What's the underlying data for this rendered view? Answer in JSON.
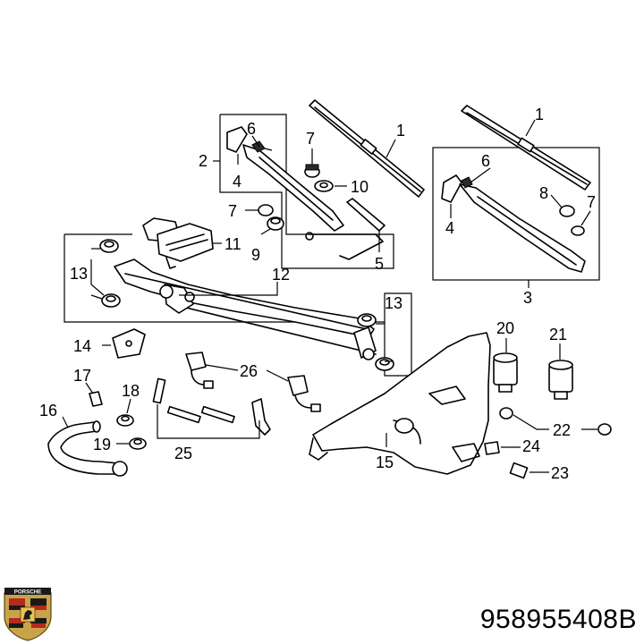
{
  "diagram": {
    "part_number": "958955408B",
    "brand_mark_text": "PORSCHE",
    "callouts": [
      {
        "id": "c1a",
        "text": "1"
      },
      {
        "id": "c1b",
        "text": "1"
      },
      {
        "id": "c2",
        "text": "2"
      },
      {
        "id": "c3",
        "text": "3"
      },
      {
        "id": "c4a",
        "text": "4"
      },
      {
        "id": "c4b",
        "text": "4"
      },
      {
        "id": "c5",
        "text": "5"
      },
      {
        "id": "c6a",
        "text": "6"
      },
      {
        "id": "c6b",
        "text": "6"
      },
      {
        "id": "c7a",
        "text": "7"
      },
      {
        "id": "c7b",
        "text": "7"
      },
      {
        "id": "c7c",
        "text": "7"
      },
      {
        "id": "c8",
        "text": "8"
      },
      {
        "id": "c9",
        "text": "9"
      },
      {
        "id": "c10",
        "text": "10"
      },
      {
        "id": "c11",
        "text": "11"
      },
      {
        "id": "c12",
        "text": "12"
      },
      {
        "id": "c13a",
        "text": "13"
      },
      {
        "id": "c13b",
        "text": "13"
      },
      {
        "id": "c14",
        "text": "14"
      },
      {
        "id": "c15",
        "text": "15"
      },
      {
        "id": "c16",
        "text": "16"
      },
      {
        "id": "c17",
        "text": "17"
      },
      {
        "id": "c18",
        "text": "18"
      },
      {
        "id": "c19",
        "text": "19"
      },
      {
        "id": "c20",
        "text": "20"
      },
      {
        "id": "c21",
        "text": "21"
      },
      {
        "id": "c22",
        "text": "22"
      },
      {
        "id": "c23",
        "text": "23"
      },
      {
        "id": "c24",
        "text": "24"
      },
      {
        "id": "c25",
        "text": "25"
      },
      {
        "id": "c26",
        "text": "26"
      }
    ]
  }
}
